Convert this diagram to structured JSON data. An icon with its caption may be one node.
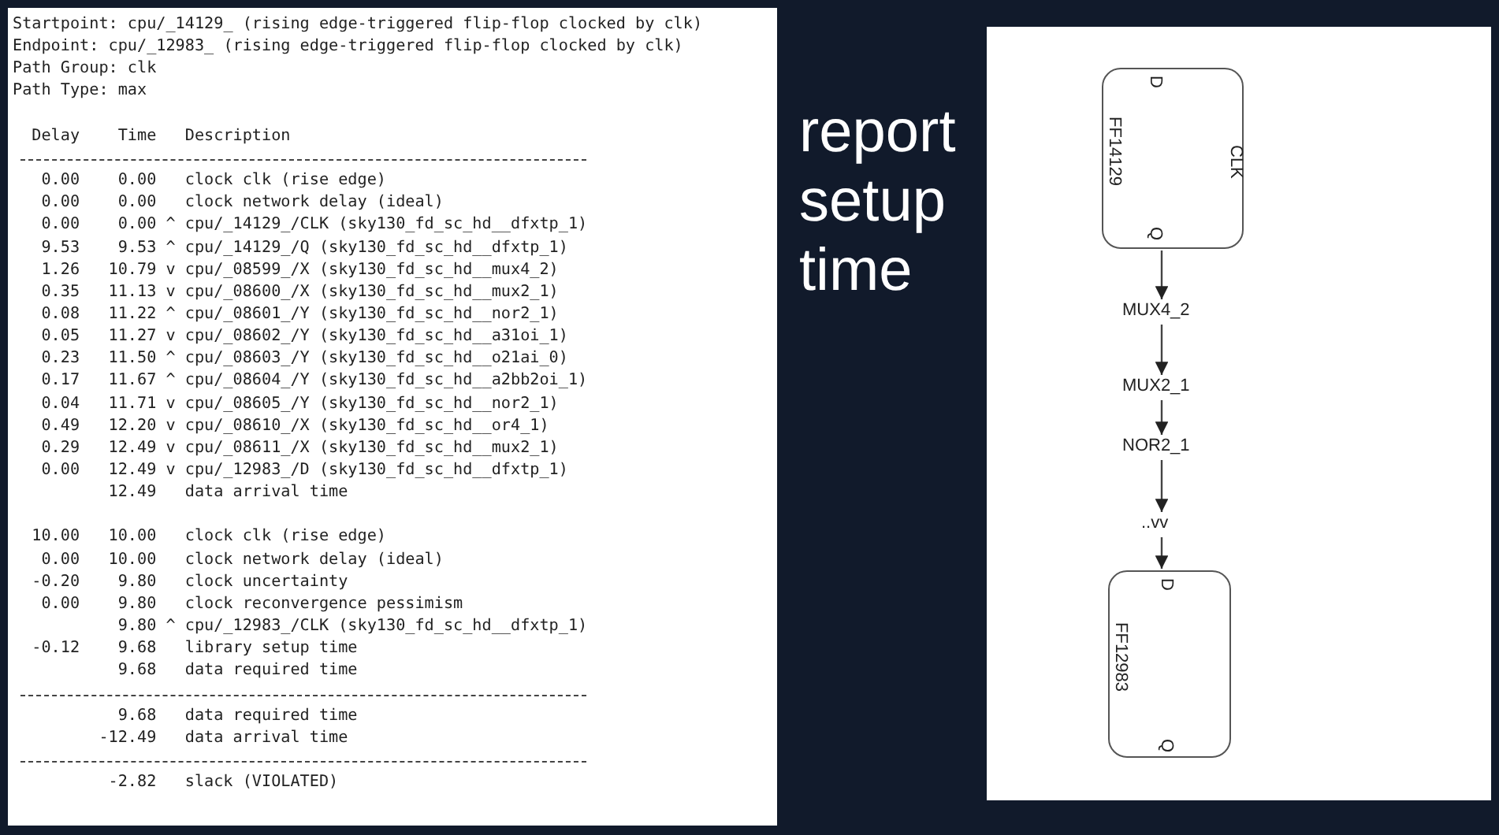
{
  "diagram": {
    "title": "report setup time",
    "nodes": [
      {
        "text": [
          "D",
          "FF14129",
          "CLK",
          "Q"
        ]
      },
      {
        "text": [
          "MUX4_2"
        ]
      },
      {
        "text": [
          "MUX2_1"
        ]
      },
      {
        "text": [
          "NOR2_1"
        ]
      },
      {
        "text": [
          "..vv"
        ]
      },
      {
        "text": [
          "D",
          "FF12983",
          "Q"
        ]
      }
    ],
    "edges": [
      {
        "from": 0,
        "to": 1,
        "arrow": "to"
      },
      {
        "from": 1,
        "to": 2,
        "arrow": "to"
      },
      {
        "from": 2,
        "to": 3,
        "arrow": "to"
      },
      {
        "from": 3,
        "to": 4,
        "arrow": "to"
      },
      {
        "from": 4,
        "to": 5,
        "arrow": "to"
      }
    ],
    "labels": [
      "Startpoint: cpu/_14129_ (rising edge-triggered flip-flop clocked by clk)",
      "Endpoint: cpu/_12983_ (rising edge-triggered flip-flop clocked by clk)",
      "Path Group: clk",
      "Path Type: max",
      "Delay",
      "Time",
      "Description",
      "0.00",
      "0.00",
      "clock clk (rise edge)",
      "0.00",
      "0.00",
      "clock network delay (ideal)",
      "0.00",
      "0.00",
      "^",
      "cpu/_14129_/CLK (sky130_fd_sc_hd__dfxtp_1)",
      "9.53",
      "9.53",
      "^",
      "cpu/_14129_/Q (sky130_fd_sc_hd__dfxtp_1)",
      "1.26",
      "10.79",
      "v",
      "cpu/_08599_/X (sky130_fd_sc_hd__mux4_2)",
      "0.35",
      "11.13",
      "v",
      "cpu/_08600_/X (sky130_fd_sc_hd__mux2_1)",
      "0.08",
      "11.22",
      "^",
      "cpu/_08601_/Y (sky130_fd_sc_hd__nor2_1)",
      "0.05",
      "11.27",
      "v",
      "cpu/_08602_/Y (sky130_fd_sc_hd__a31oi_1)",
      "0.23",
      "11.50",
      "^",
      "cpu/_08603_/Y (sky130_fd_sc_hd__o21ai_0)",
      "0.17",
      "11.67",
      "^",
      "cpu/_08604_/Y (sky130_fd_sc_hd__a2bb2oi_1)",
      "0.04",
      "11.71",
      "v",
      "cpu/_08605_/Y (sky130_fd_sc_hd__nor2_1)",
      "0.49",
      "12.20",
      "v",
      "cpu/_08610_/X (sky130_fd_sc_hd__or4_1)",
      "0.29",
      "12.49",
      "v",
      "cpu/_08611_/X (sky130_fd_sc_hd__mux2_1)",
      "0.00",
      "12.49",
      "v",
      "cpu/_12983_/D (sky130_fd_sc_hd__dfxtp_1)",
      "12.49",
      "data arrival time",
      "10.00",
      "10.00",
      "clock clk (rise edge)",
      "0.00",
      "10.00",
      "clock network delay (ideal)",
      "-0.20",
      "9.80",
      "clock uncertainty",
      "0.00",
      "9.80",
      "clock reconvergence pessimism",
      "9.80",
      "^",
      "cpu/_12983_/CLK (sky130_fd_sc_hd__dfxtp_1)",
      "-0.12",
      "9.68",
      "library setup time",
      "9.68",
      "data required time",
      "9.68",
      "data required time",
      "-12.49",
      "data arrival time",
      "-2.82",
      "slack (VIOLATED)"
    ]
  }
}
